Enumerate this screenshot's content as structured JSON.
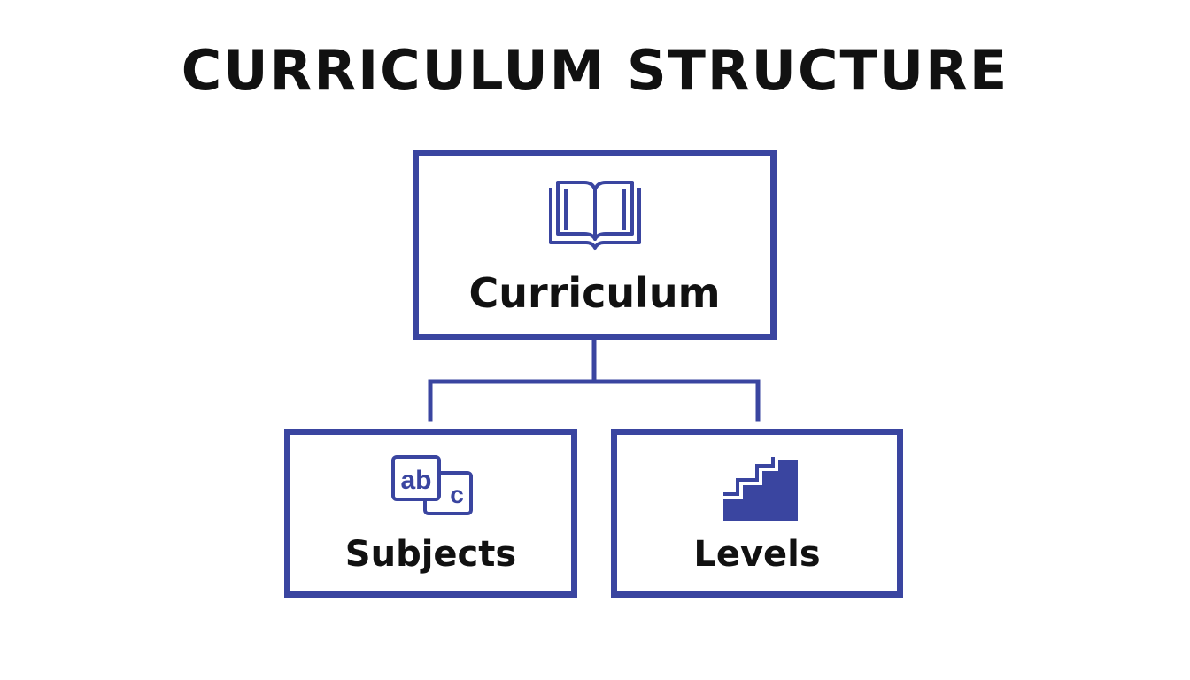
{
  "title": "CURRICULUM STRUCTURE",
  "colors": {
    "accent": "#3a45a0",
    "text": "#111111",
    "background": "#ffffff"
  },
  "nodes": {
    "root": {
      "label": "Curriculum",
      "icon": "book-icon"
    },
    "children": [
      {
        "label": "Subjects",
        "icon": "abc-text-icon"
      },
      {
        "label": "Levels",
        "icon": "stairs-icon"
      }
    ]
  }
}
